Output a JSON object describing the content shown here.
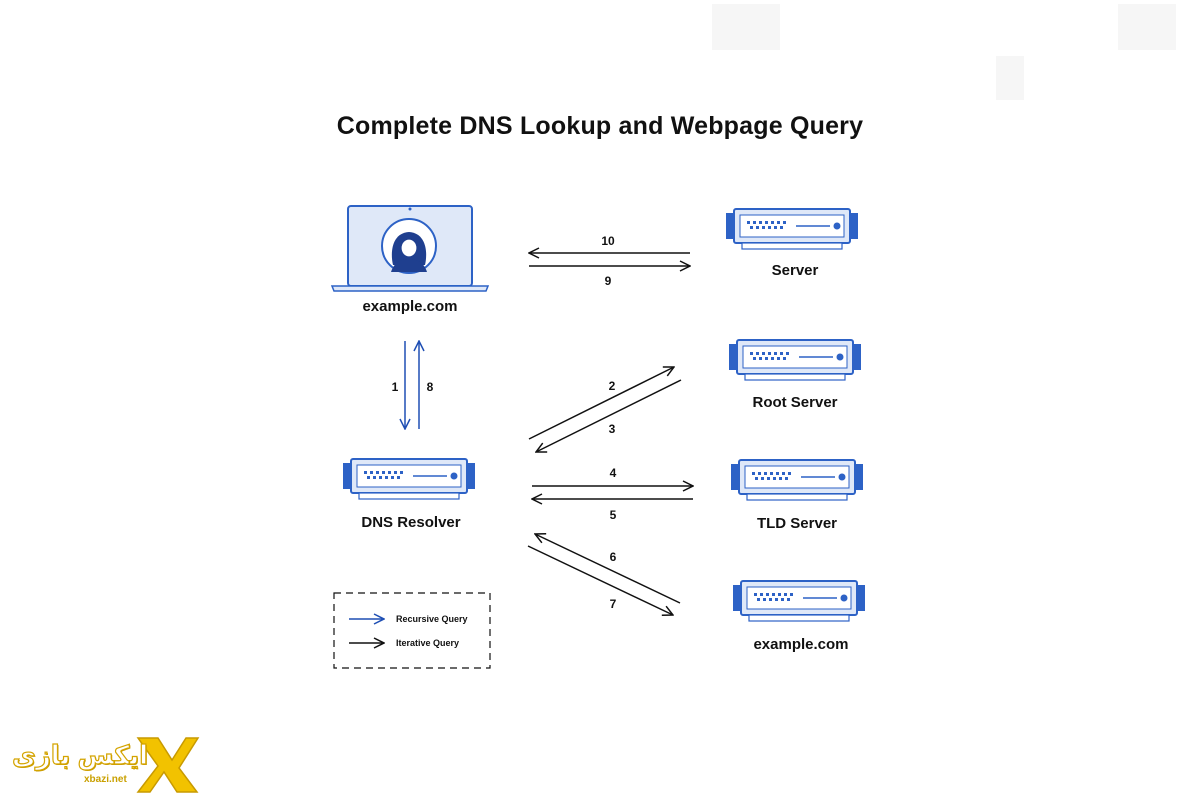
{
  "title": "Complete DNS Lookup and Webpage Query",
  "nodes": {
    "client_label": "example.com",
    "resolver_label": "DNS Resolver",
    "server_label": "Server",
    "root_label": "Root Server",
    "tld_label": "TLD Server",
    "authoritative_label": "example.com"
  },
  "steps": [
    "1",
    "2",
    "3",
    "4",
    "5",
    "6",
    "7",
    "8",
    "9",
    "10"
  ],
  "legend": {
    "recursive": "Recursive Query",
    "iterative": "Iterative Query"
  },
  "colors": {
    "recursive": "#1f4fb4",
    "iterative": "#111111",
    "server_fill": "#dfe8f8",
    "server_accent": "#2d62c6"
  },
  "watermark": {
    "logo_text": "ایکس بازی",
    "site": "xbazi.net"
  }
}
